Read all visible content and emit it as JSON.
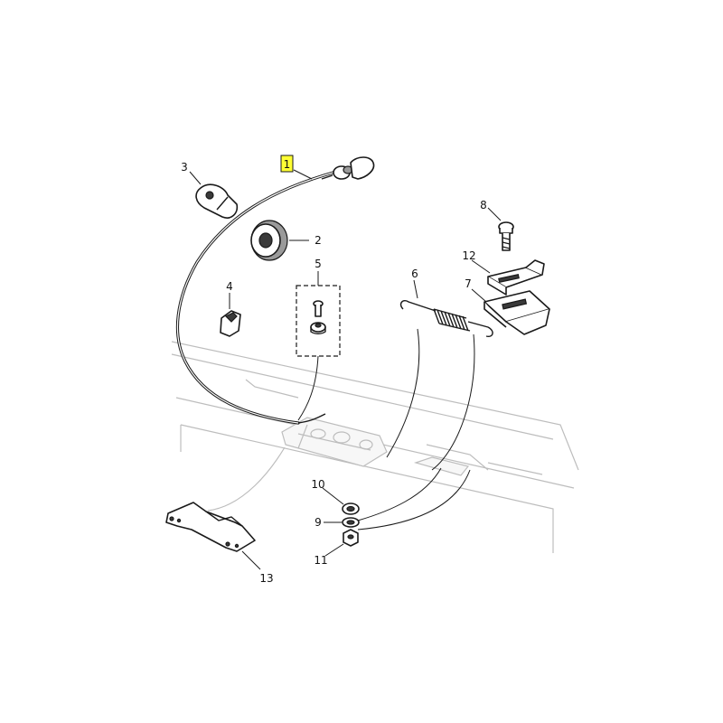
{
  "diagram": {
    "highlight_color": "#ffff33",
    "line_color": "#1a1a1a",
    "ghost_color": "#bdbdbd",
    "callouts": {
      "c1": "1",
      "c2": "2",
      "c3": "3",
      "c4": "4",
      "c5": "5",
      "c6": "6",
      "c7": "7",
      "c8": "8",
      "c9": "9",
      "c10": "10",
      "c11": "11",
      "c12": "12",
      "c13": "13"
    },
    "highlighted_callout": "1"
  }
}
